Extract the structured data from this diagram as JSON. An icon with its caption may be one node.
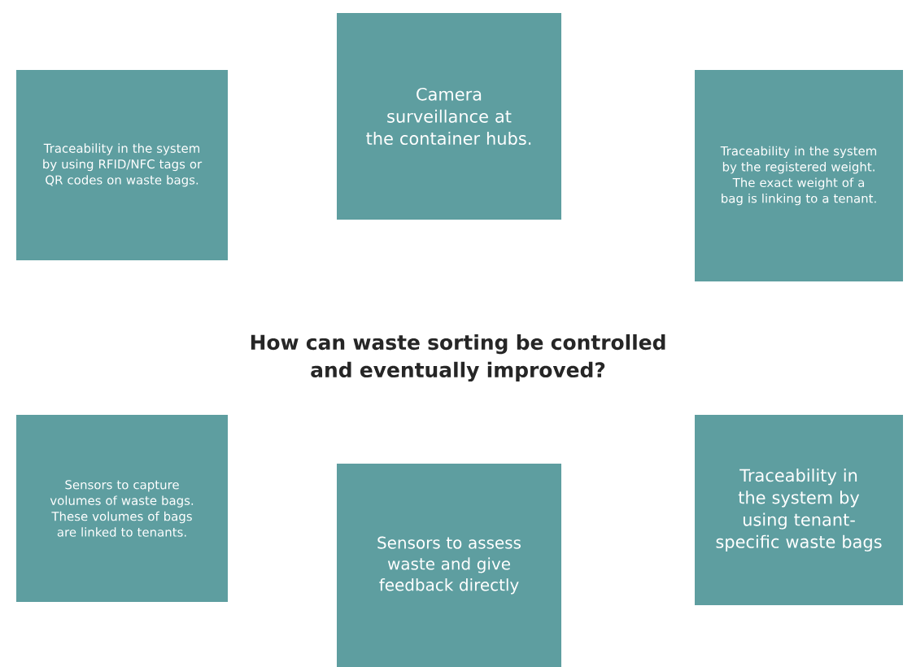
{
  "diagram": {
    "title": "How can waste sorting be controlled and eventually improved?",
    "nodes": [
      {
        "text": [
          "Traceability in the system by using RFID/NFC tags or QR codes on waste bags."
        ]
      },
      {
        "text": [
          "Camera surveillance at the container hubs."
        ]
      },
      {
        "text": [
          "Traceability in the system by the registered weight. The exact weight of a bag is linking to a tenant."
        ]
      },
      {
        "text": [
          "Sensors to capture volumes of waste bags. These volumes of bags are linked to tenants."
        ]
      },
      {
        "text": [
          "Sensors to assess waste and give feedback directly"
        ]
      },
      {
        "text": [
          "Traceability in the system by using tenant-specific waste bags"
        ]
      }
    ]
  }
}
